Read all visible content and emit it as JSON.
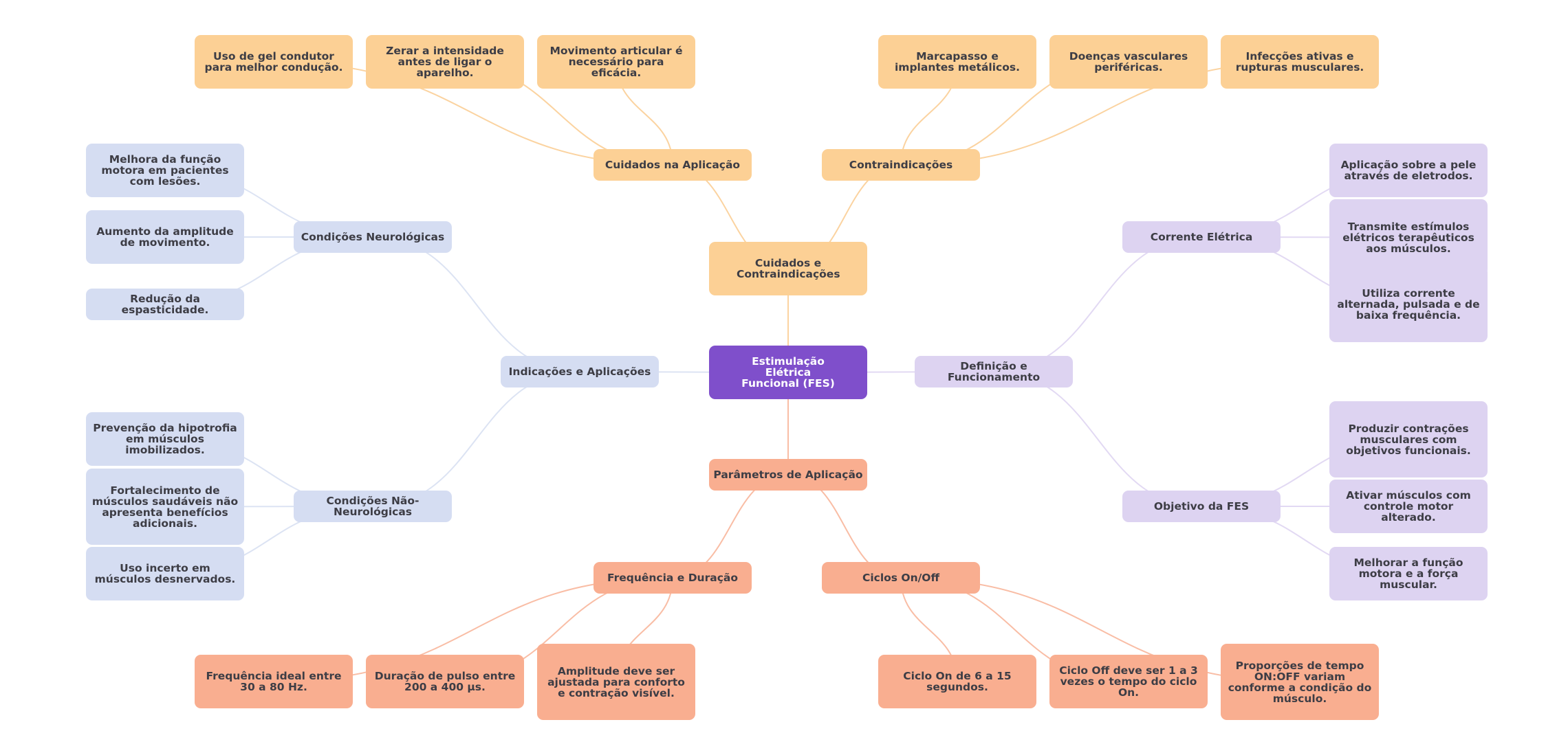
{
  "colors": {
    "root": "#7f4fcb",
    "care": "#fcd095",
    "care_edge": "#fbd3a0",
    "indications": "#d5ddf2",
    "indications_edge": "#dce3f3",
    "definition": "#ddd3f1",
    "definition_edge": "#e2d9f3",
    "params": "#f9ae90",
    "params_edge": "#f9bda5",
    "text": "#3d3d45",
    "root_text": "#ffffff"
  },
  "root": {
    "label": "Estimulação Elétrica Funcional (FES)"
  },
  "branches": {
    "care": {
      "label": "Cuidados e Contraindicações",
      "subs": [
        {
          "label": "Cuidados na Aplicação",
          "leaves": [
            "Uso de gel condutor para melhor condução.",
            "Zerar a intensidade antes de ligar o aparelho.",
            "Movimento articular é necessário para eficácia."
          ]
        },
        {
          "label": "Contraindicações",
          "leaves": [
            "Marcapasso e implantes metálicos.",
            "Doenças vasculares periféricas.",
            "Infecções ativas e rupturas musculares."
          ]
        }
      ]
    },
    "indications": {
      "label": "Indicações e Aplicações",
      "subs": [
        {
          "label": "Condições Neurológicas",
          "leaves": [
            "Melhora da função motora em pacientes com lesões.",
            "Aumento da amplitude de movimento.",
            "Redução da espasticidade."
          ]
        },
        {
          "label": "Condições Não-Neurológicas",
          "leaves": [
            "Prevenção da hipotrofia em músculos imobilizados.",
            "Fortalecimento de músculos saudáveis não apresenta benefícios adicionais.",
            "Uso incerto em músculos desnervados."
          ]
        }
      ]
    },
    "definition": {
      "label": "Definição e Funcionamento",
      "subs": [
        {
          "label": "Corrente Elétrica",
          "leaves": [
            "Aplicação sobre a pele através de eletrodos.",
            "Transmite estímulos elétricos terapêuticos aos músculos.",
            "Utiliza corrente alternada, pulsada e de baixa frequência."
          ]
        },
        {
          "label": "Objetivo da FES",
          "leaves": [
            "Produzir contrações musculares com objetivos funcionais.",
            "Ativar músculos com controle motor alterado.",
            "Melhorar a função motora e a força muscular."
          ]
        }
      ]
    },
    "params": {
      "label": "Parâmetros de Aplicação",
      "subs": [
        {
          "label": "Frequência e Duração",
          "leaves": [
            "Frequência ideal entre 30 a 80 Hz.",
            "Duração de pulso entre 200 a 400 µs.",
            "Amplitude deve ser ajustada para conforto e contração visível."
          ]
        },
        {
          "label": "Ciclos On/Off",
          "leaves": [
            "Ciclo On de 6 a 15 segundos.",
            "Ciclo Off deve ser 1 a 3 vezes o tempo do ciclo On.",
            "Proporções de tempo ON:OFF variam conforme a condição do músculo."
          ]
        }
      ]
    }
  }
}
